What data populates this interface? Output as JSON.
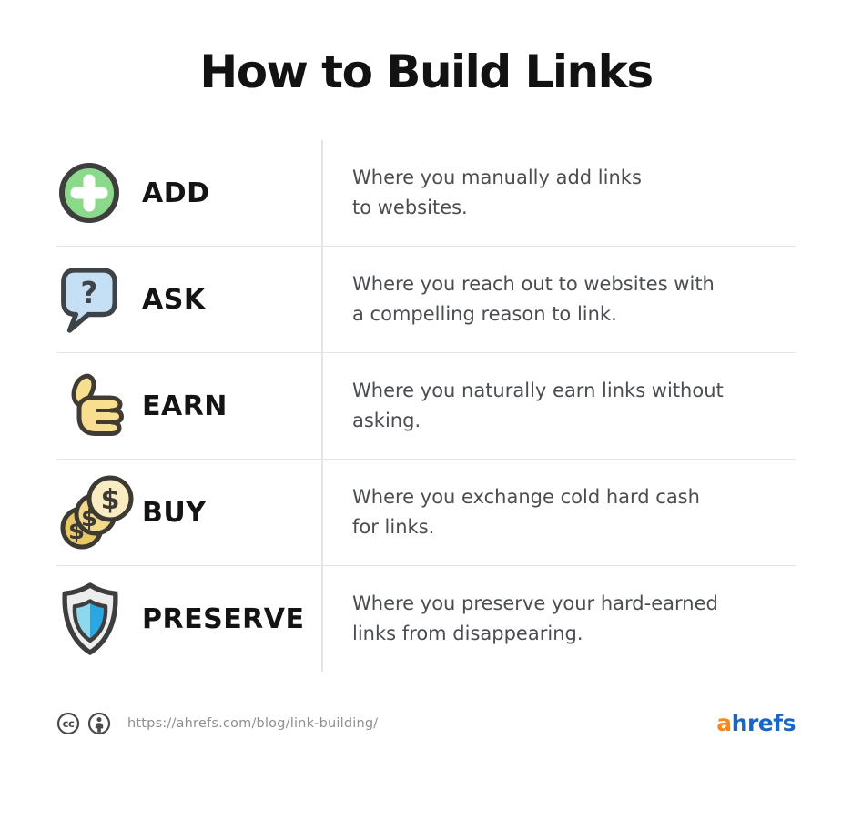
{
  "title": "How to Build Links",
  "rows": [
    {
      "icon": "plus-circle-icon",
      "label": "ADD",
      "line1": "Where you manually add links",
      "line2": "to websites."
    },
    {
      "icon": "speech-bubble-question-icon",
      "label": "ASK",
      "line1": "Where you reach out to websites with",
      "line2": "a compelling reason to link."
    },
    {
      "icon": "thumbs-up-icon",
      "label": "EARN",
      "line1": "Where you naturally earn links without",
      "line2": "asking."
    },
    {
      "icon": "coins-icon",
      "label": "BUY",
      "line1": "Where you exchange cold hard cash",
      "line2": "for links."
    },
    {
      "icon": "shield-icon",
      "label": "PRESERVE",
      "line1": "Where you preserve your hard-earned",
      "line2": "links from disappearing."
    }
  ],
  "glyphs": {
    "question_mark": "?",
    "dollar": "$",
    "cc": "cc"
  },
  "footer": {
    "url": "https://ahrefs.com/blog/link-building/",
    "logo_a": "a",
    "logo_hrefs": "hrefs"
  },
  "colors": {
    "add_green": "#8CD98C",
    "ask_blue": "#C5E0F5",
    "earn_yellow": "#F8DF90",
    "buy_gold_light": "#F9ECC3",
    "buy_gold_mid": "#F3D98C",
    "buy_gold_dark": "#E9C966",
    "shield_gray": "#EDEDED",
    "shield_blue": "#2AA7E0",
    "shield_blue_light": "#8ED8EE",
    "outline_dark": "#3E3E3E",
    "divider": "#E4E4E4",
    "title_text": "#121212",
    "body_text": "#4A4D52",
    "footer_text": "#8B9095",
    "logo_orange": "#F6881F",
    "logo_blue": "#1B66C2"
  }
}
